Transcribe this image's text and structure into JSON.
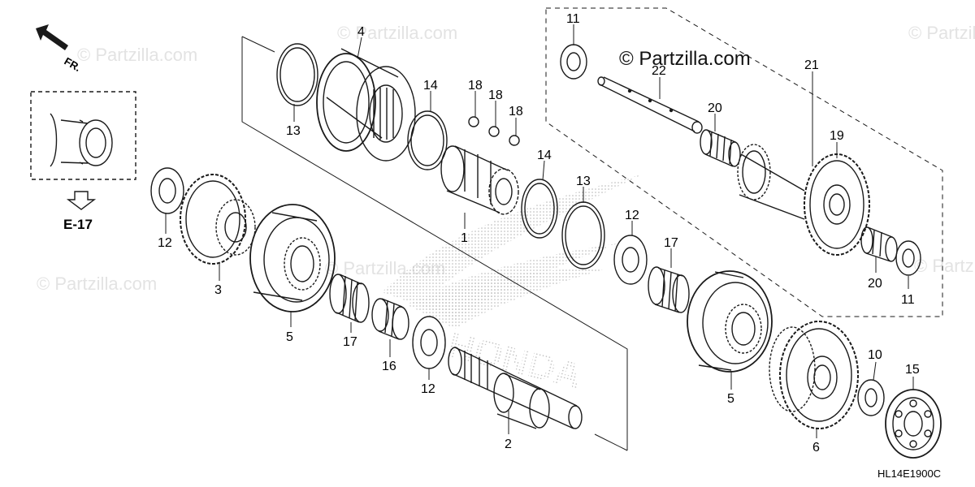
{
  "diagram": {
    "copyright_text": "© Partzilla.com",
    "watermarks": [
      "© Partzilla.com",
      "© Partzilla.com",
      "© Partzilla.com",
      "© Partzilla.com",
      "© Partzilla.com",
      "© Partzilla.com"
    ],
    "direction_label": "FR.",
    "reference_label": "E-17",
    "drawing_code": "HL14E1900C",
    "brand_logo": "HONDA",
    "part_labels": [
      "11",
      "22",
      "21",
      "20",
      "19",
      "20",
      "11",
      "4",
      "14",
      "18",
      "18",
      "18",
      "13",
      "14",
      "13",
      "12",
      "17",
      "1",
      "12",
      "3",
      "5",
      "17",
      "16",
      "12",
      "2",
      "5",
      "10",
      "15",
      "6"
    ],
    "colors": {
      "line": "#1a1a1a",
      "watermark": "#e3e3e3",
      "logo": "#b8b8b8",
      "background": "#ffffff"
    }
  }
}
